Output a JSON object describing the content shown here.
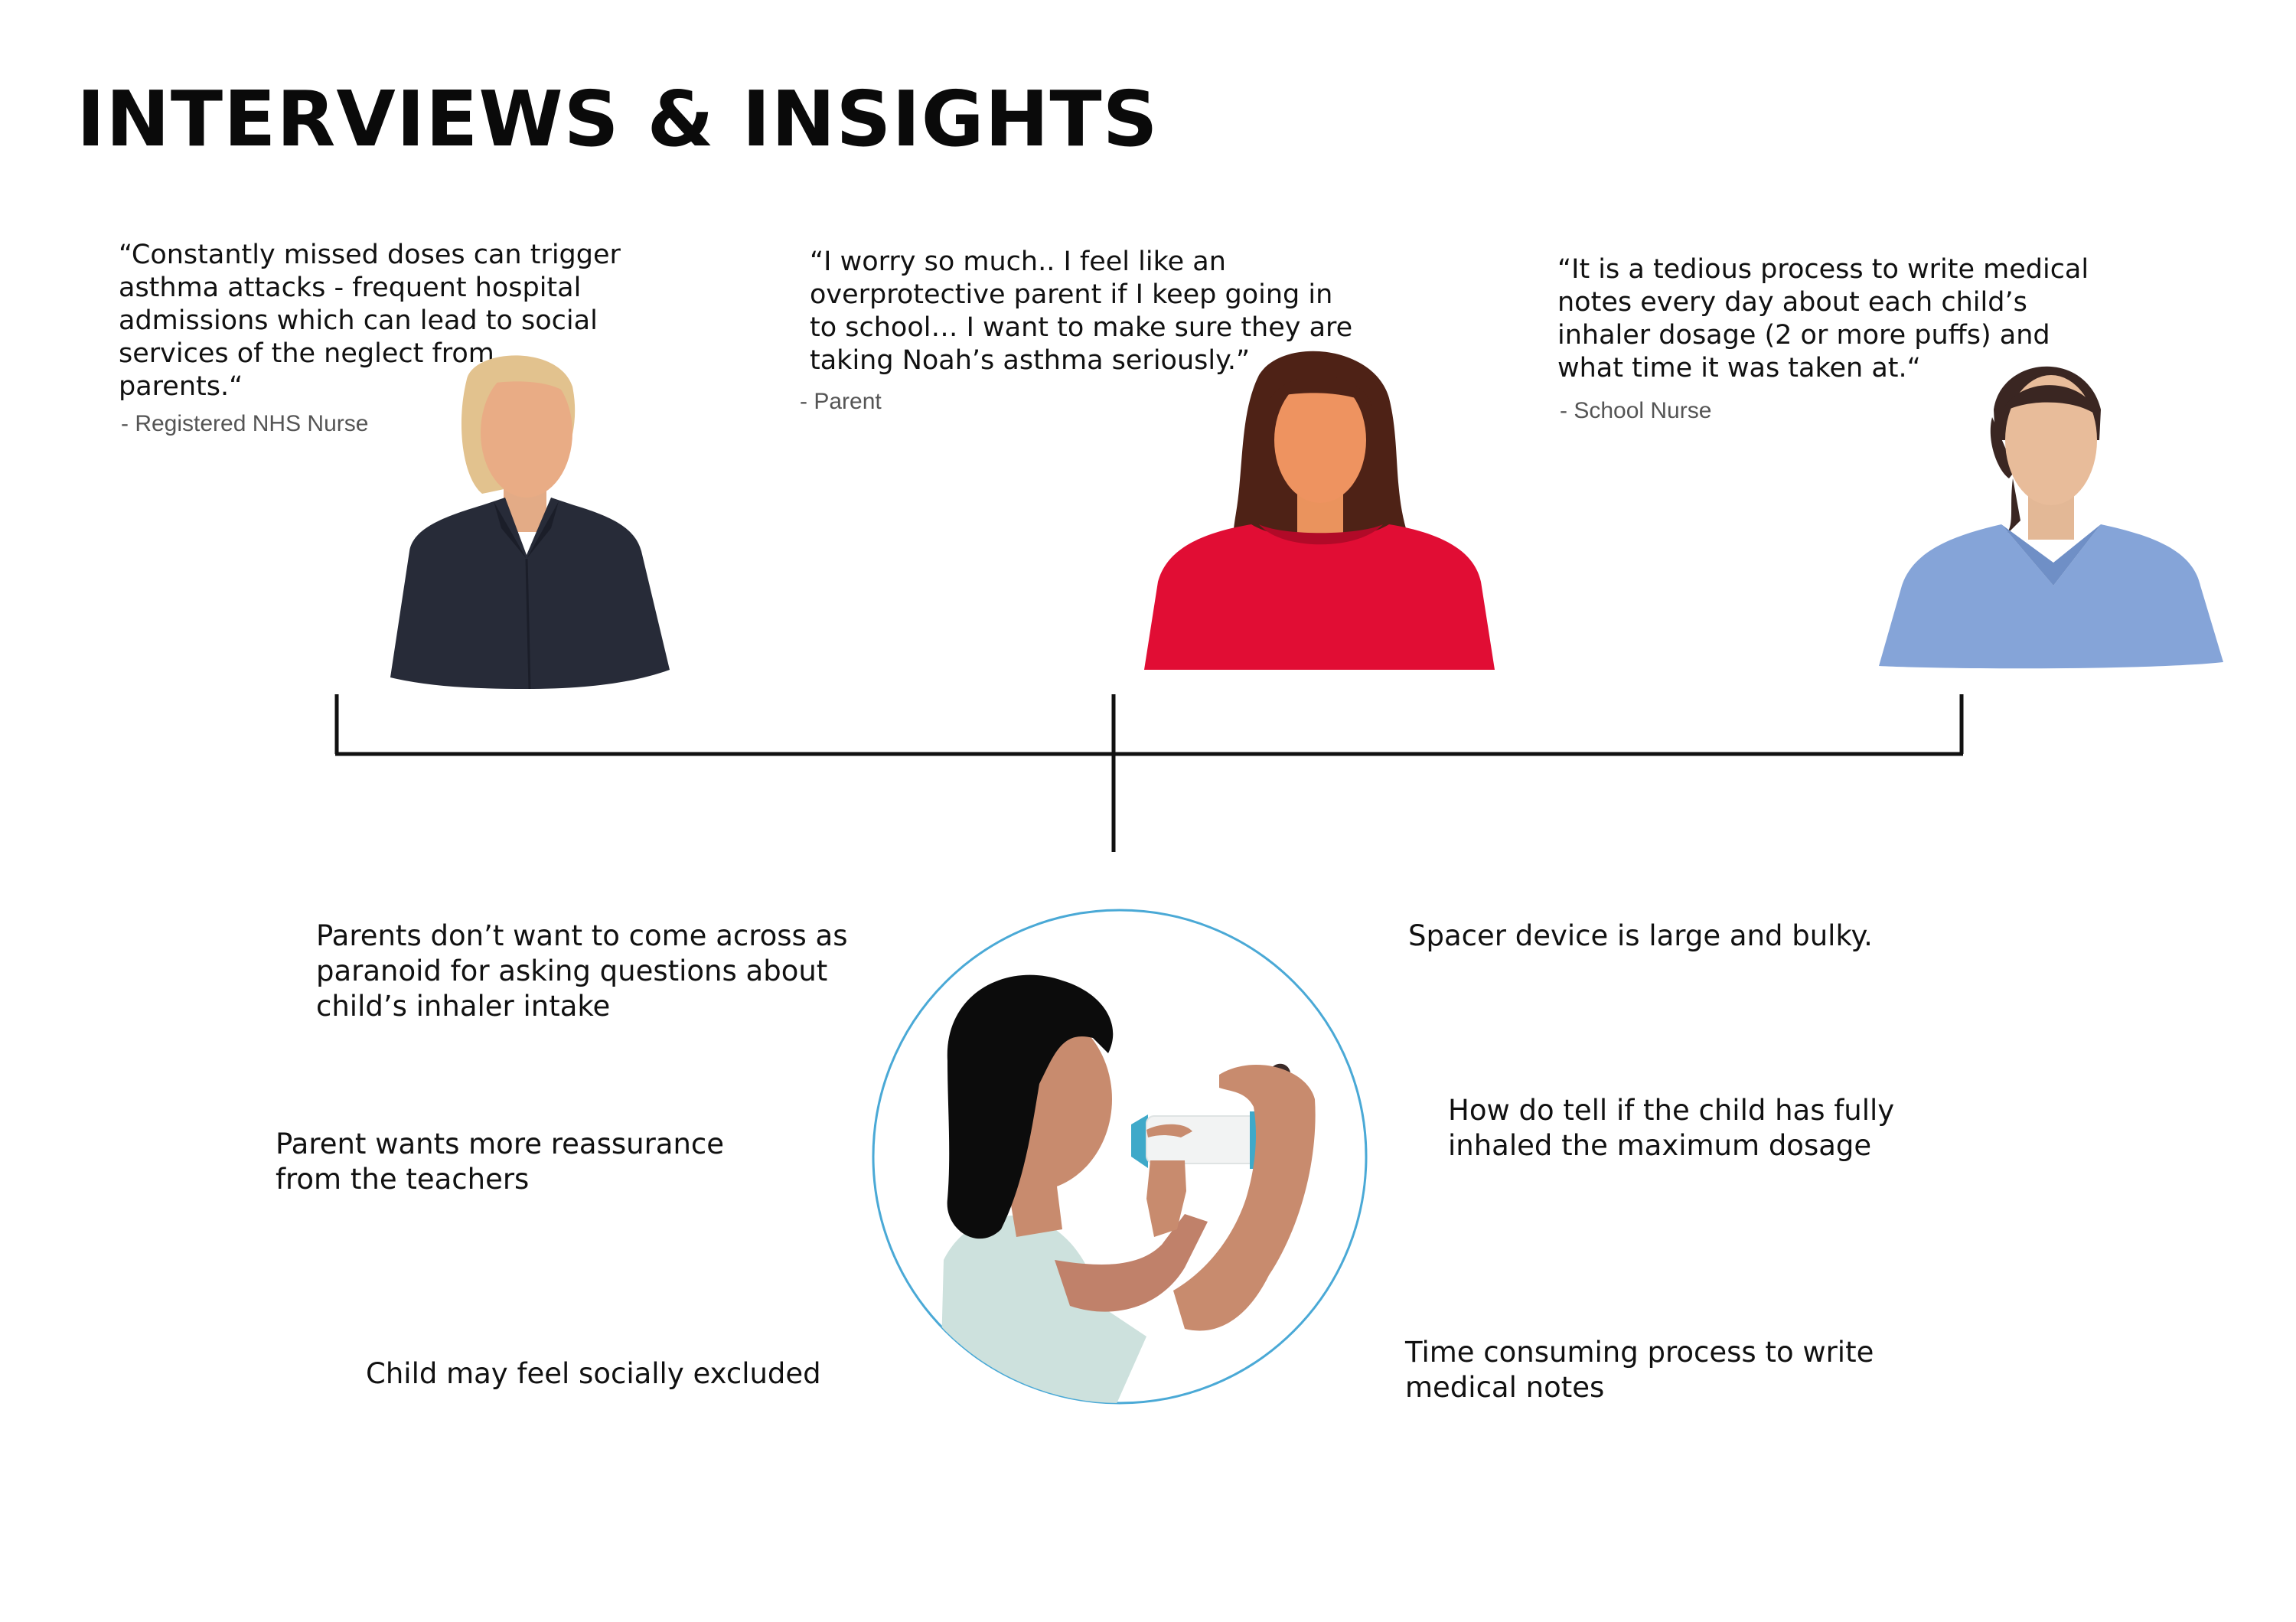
{
  "title": "INTERVIEWS & INSIGHTS",
  "interviews": [
    {
      "quote": "“Constantly missed doses can trigger\nasthma attacks - frequent hospital\nadmissions which can lead to social\nservices of the neglect from\nparents.“",
      "attribution": "- Registered NHS Nurse",
      "figure": "nurse-portrait",
      "shirt_color": "#272b38",
      "hair_color": "#e2c28e"
    },
    {
      "quote": "“I worry so much.. I feel like an\noverprotective parent if I keep going in\nto school… I want to make sure they are\ntaking Noah’s asthma seriously.”",
      "attribution": "- Parent",
      "figure": "parent-portrait",
      "shirt_color": "#e10d34",
      "hair_color": "#4e2216"
    },
    {
      "quote": "“It is a tedious process to write medical\nnotes every day about each child’s\ninhaler dosage (2 or more puffs) and\nwhat time it was taken at.“",
      "attribution": "- School Nurse",
      "figure": "school-nurse-portrait",
      "shirt_color": "#85a4d8",
      "hair_color": "#3a2622"
    }
  ],
  "insights_left": [
    "Parents don’t want to come across as\nparanoid for asking questions about\nchild’s inhaler intake",
    "Parent wants more reassurance\nfrom the teachers",
    "Child may feel socially excluded"
  ],
  "insights_right": [
    "Spacer device is large and bulky.",
    "How do tell if the child has fully\ninhaled the maximum dosage",
    "Time consuming process to write\nmedical notes"
  ],
  "center_illustration": "child-using-inhaler-spacer",
  "colors": {
    "circle_outline": "#4aa9d6",
    "connector": "#111111",
    "skin_child": "#c88b6e",
    "spacer_tip": "#3fa9c9"
  }
}
